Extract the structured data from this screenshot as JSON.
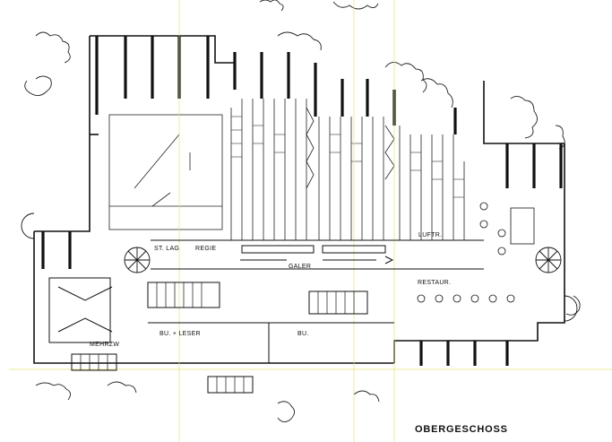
{
  "drawing": {
    "title": "OBERGESCHOSS",
    "rooms": {
      "st_lag": "ST. LAG",
      "regie": "REGIE",
      "galer": "GALER",
      "luftr": "LUFTR.",
      "restaur": "RESTAUR.",
      "mehrzw": "MEHRZW",
      "bu_leser": "BU. + LESER",
      "bu": "BU."
    }
  }
}
